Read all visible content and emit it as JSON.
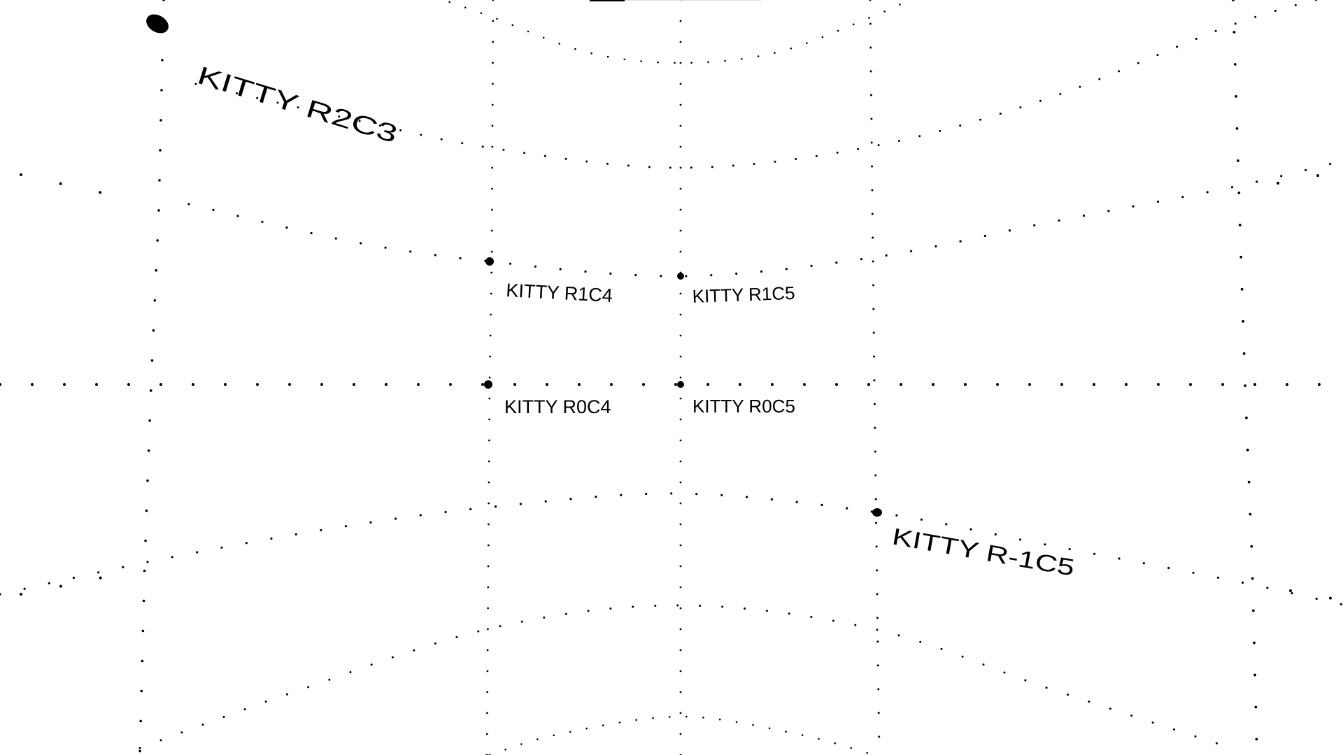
{
  "ink_color": "#000000",
  "background_color": "#ffffff",
  "markers": [
    {
      "name": "marker-r2c3",
      "label": "KITTY R2C3"
    },
    {
      "name": "marker-r1c4",
      "label": "KITTY R1C4"
    },
    {
      "name": "marker-r1c5",
      "label": "KITTY R1C5"
    },
    {
      "name": "marker-r0c4",
      "label": "KITTY R0C4"
    },
    {
      "name": "marker-r0c5",
      "label": "KITTY R0C5"
    },
    {
      "name": "marker-rm1c5",
      "label": "KITTY R-1C5"
    }
  ]
}
